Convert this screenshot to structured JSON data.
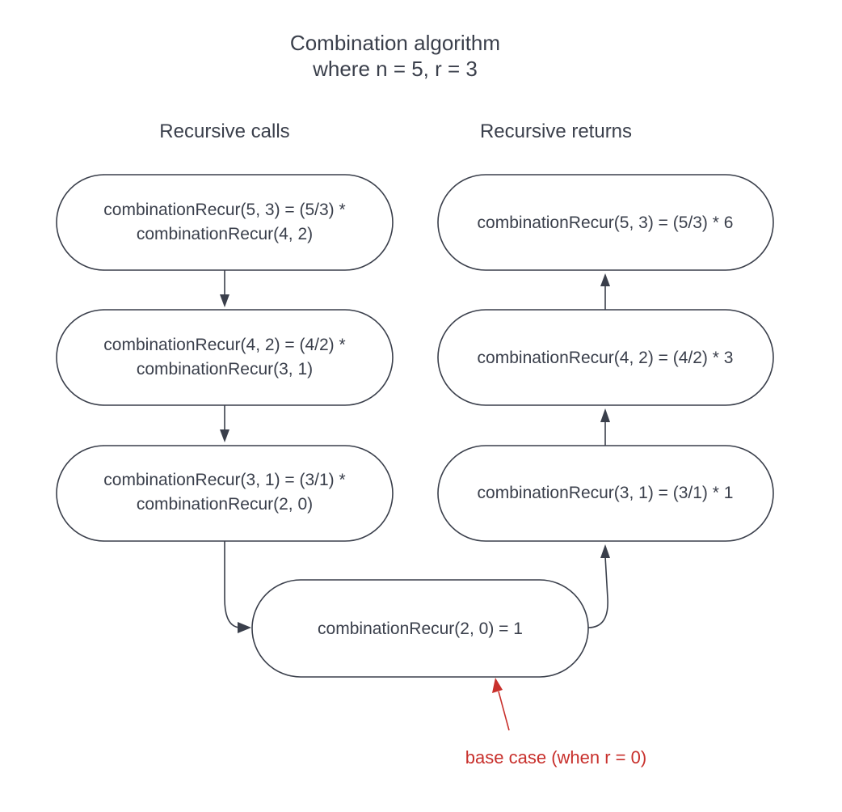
{
  "title": {
    "line1": "Combination algorithm",
    "line2": "where n = 5, r = 3"
  },
  "columns": {
    "calls": "Recursive calls",
    "returns": "Recursive returns"
  },
  "calls": [
    {
      "line1": "combinationRecur(5, 3) = (5/3) *",
      "line2": "combinationRecur(4, 2)"
    },
    {
      "line1": "combinationRecur(4, 2) = (4/2) *",
      "line2": "combinationRecur(3, 1)"
    },
    {
      "line1": "combinationRecur(3, 1) = (3/1) *",
      "line2": "combinationRecur(2, 0)"
    }
  ],
  "returns": [
    {
      "text": "combinationRecur(5, 3) = (5/3) * 6"
    },
    {
      "text": "combinationRecur(4, 2) = (4/2) * 3"
    },
    {
      "text": "combinationRecur(3, 1) = (3/1) * 1"
    }
  ],
  "base_node": {
    "text": "combinationRecur(2, 0) = 1"
  },
  "annotation": {
    "text": "base case (when r = 0)",
    "color": "#c8302c"
  },
  "colors": {
    "ink": "#3a3f4b",
    "background": "#ffffff",
    "accent": "#c8302c"
  }
}
